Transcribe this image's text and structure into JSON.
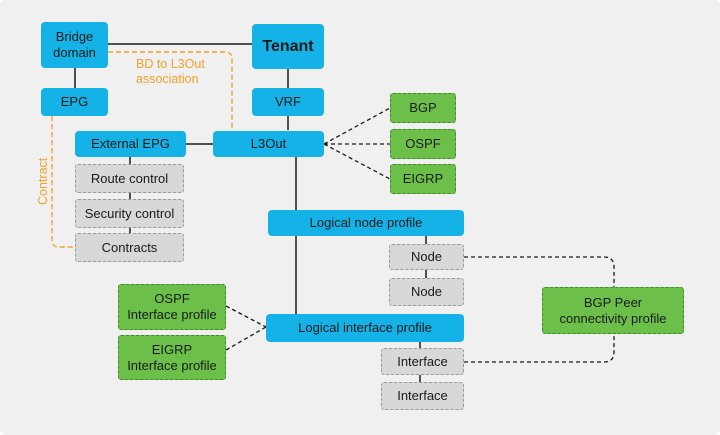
{
  "nodes": {
    "bridge_domain": "Bridge\ndomain",
    "tenant": "Tenant",
    "epg": "EPG",
    "vrf": "VRF",
    "external_epg": "External EPG",
    "l3out": "L3Out",
    "bgp": "BGP",
    "ospf": "OSPF",
    "eigrp": "EIGRP",
    "route_control": "Route control",
    "security_control": "Security control",
    "contracts": "Contracts",
    "logical_node_profile": "Logical node profile",
    "node_1": "Node",
    "node_2": "Node",
    "ospf_interface_profile": "OSPF\nInterface profile",
    "eigrp_interface_profile": "EIGRP\nInterface profile",
    "logical_interface_profile": "Logical interface profile",
    "interface_1": "Interface",
    "interface_2": "Interface",
    "bgp_peer_profile": "BGP Peer\nconnectivity profile"
  },
  "annotations": {
    "bd_to_l3out": "BD to L3Out\nassociation",
    "contract": "Contract"
  },
  "colors": {
    "primary": "#14b2e6",
    "protocol": "#6cc04a",
    "secondary": "#d8d8d8",
    "annotation": "#f2a12d"
  }
}
